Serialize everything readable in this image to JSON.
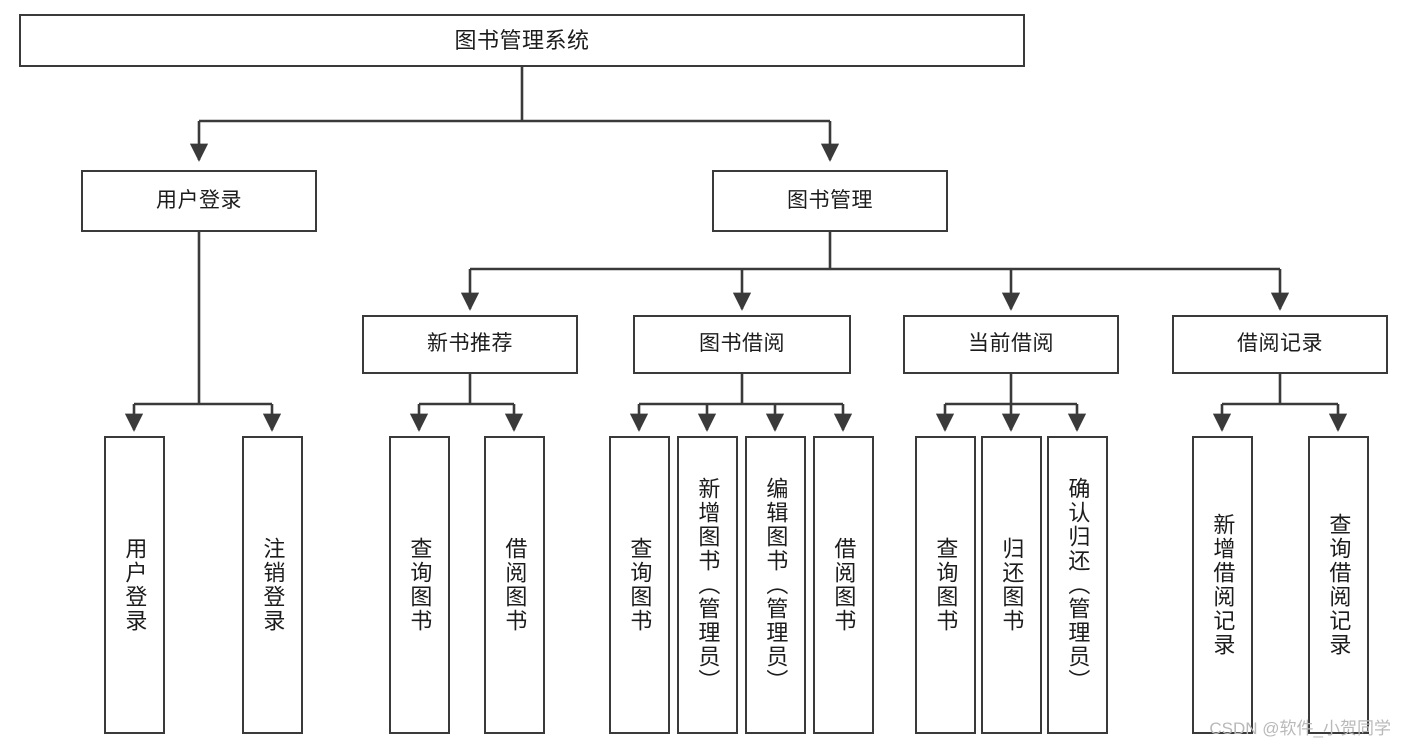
{
  "diagram": {
    "type": "tree",
    "title": "图书管理系统",
    "style": {
      "box_border_color": "#3a3a3a",
      "box_fill_color": "#ffffff",
      "line_color": "#3a3a3a",
      "text_color": "#1c1c1c",
      "background": "#ffffff"
    },
    "root": {
      "label": "图书管理系统"
    },
    "level2": [
      {
        "label": "用户登录"
      },
      {
        "label": "图书管理"
      }
    ],
    "level3": [
      {
        "label": "新书推荐"
      },
      {
        "label": "图书借阅"
      },
      {
        "label": "当前借阅"
      },
      {
        "label": "借阅记录"
      }
    ],
    "leaves": {
      "user_login": [
        {
          "label": "用户登录"
        },
        {
          "label": "注销登录"
        }
      ],
      "new_book_recommend": [
        {
          "label": "查询图书"
        },
        {
          "label": "借阅图书"
        }
      ],
      "book_borrow": [
        {
          "label": "查询图书"
        },
        {
          "label": "新增图书（管理员）"
        },
        {
          "label": "编辑图书（管理员）"
        },
        {
          "label": "借阅图书"
        }
      ],
      "current_borrow": [
        {
          "label": "查询图书"
        },
        {
          "label": "归还图书"
        },
        {
          "label": "确认归还（管理员）"
        }
      ],
      "borrow_records": [
        {
          "label": "新增借阅记录"
        },
        {
          "label": "查询借阅记录"
        }
      ]
    }
  },
  "watermark": {
    "text": "CSDN @软件_小贺同学"
  }
}
